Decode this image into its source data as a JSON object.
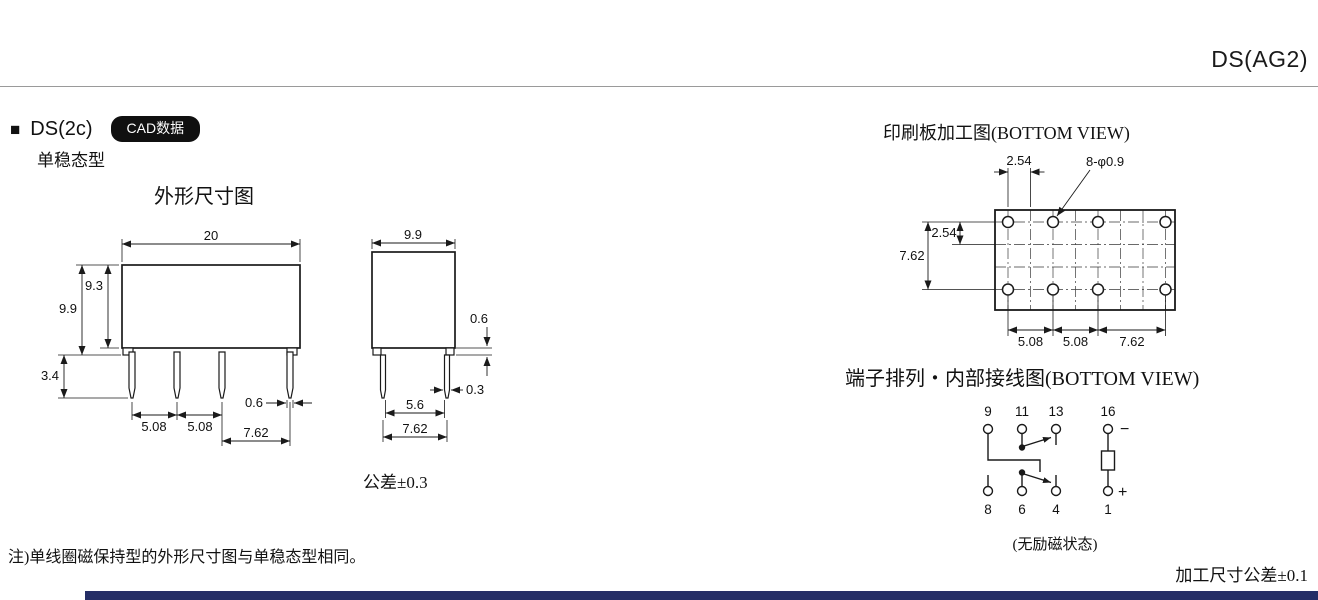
{
  "header": {
    "title": "DS(AG2)"
  },
  "colors": {
    "badge_bg": "#101010",
    "footer_bar": "#252e66"
  },
  "left": {
    "marker": "■",
    "section_title": "DS(2c)",
    "cad_badge": "CAD数据",
    "type_label": "单稳态型",
    "drawing_title": "外形尺寸图",
    "tolerance": "公差±0.3",
    "note": "注)单线圈磁保持型的外形尺寸图与单稳态型相同。",
    "front_dims": {
      "width": "20",
      "body_height": "9.3",
      "total_height": "9.9",
      "pin_length": "3.4",
      "pitch_a": "5.08",
      "pitch_b": "5.08",
      "pin_width": "0.6",
      "pitch_c": "7.62"
    },
    "side_dims": {
      "width": "9.9",
      "standoff": "0.6",
      "pin_thickness": "0.3",
      "span_a": "5.6",
      "span_b": "7.62"
    }
  },
  "pcb": {
    "title": "印刷板加工图(BOTTOM VIEW)",
    "dims": {
      "grid_pitch": "2.54",
      "holes": "8-φ0.9",
      "row_offset": "2.54",
      "row_pitch": "7.62",
      "col_a": "5.08",
      "col_b": "5.08",
      "col_c": "7.62"
    }
  },
  "wiring": {
    "title": "端子排列・内部接线图(BOTTOM VIEW)",
    "top_pins": [
      "9",
      "11",
      "13",
      "16"
    ],
    "bottom_pins": [
      "8",
      "6",
      "4",
      "1"
    ],
    "coil_minus": "−",
    "coil_plus": "+",
    "state_note": "(无励磁状态)",
    "tolerance_note": "加工尺寸公差±0.1"
  }
}
